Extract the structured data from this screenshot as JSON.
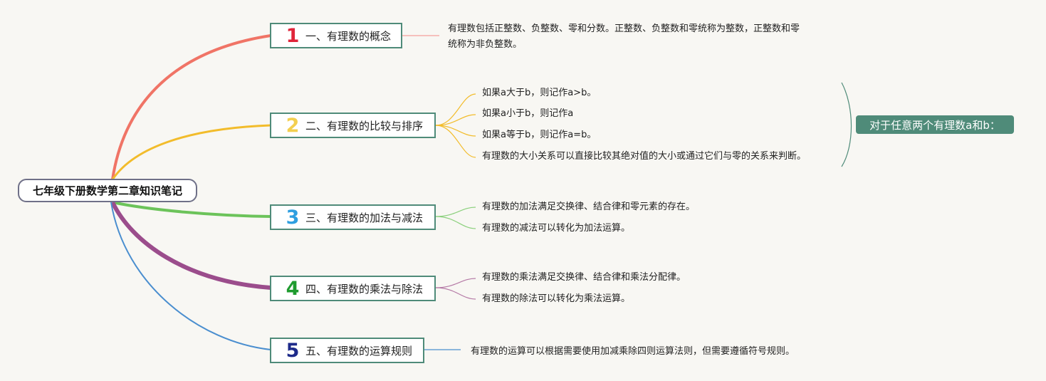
{
  "root": {
    "title": "七年级下册数学第二章知识笔记"
  },
  "topics": [
    {
      "number": "1",
      "label": "一、有理数的概念",
      "color": "#f07466",
      "number_color": "#e0253a"
    },
    {
      "number": "2",
      "label": "二、有理数的比较与排序",
      "color": "#f2bc2b",
      "number_color": "#f3cf4f"
    },
    {
      "number": "3",
      "label": "三、有理数的加法与减法",
      "color": "#6cc35a",
      "number_color": "#2f9fe0"
    },
    {
      "number": "4",
      "label": "四、有理数的乘法与除法",
      "color": "#9b4d8c",
      "number_color": "#1f9b2f"
    },
    {
      "number": "5",
      "label": "五、有理数的运算规则",
      "color": "#4a8ecf",
      "number_color": "#1d2a8a"
    }
  ],
  "details": {
    "t1": [
      "有理数包括正整数、负整数、零和分数。正整数、负整数和零统称为整数，正整数和零统称为非负整数。"
    ],
    "t2": [
      "如果a大于b，则记作a>b。",
      "如果a小于b，则记作a",
      "如果a等于b，则记作a=b。",
      "有理数的大小关系可以直接比较其绝对值的大小或通过它们与零的关系来判断。"
    ],
    "t3": [
      "有理数的加法满足交换律、结合律和零元素的存在。",
      "有理数的减法可以转化为加法运算。"
    ],
    "t4": [
      "有理数的乘法满足交换律、结合律和乘法分配律。",
      "有理数的除法可以转化为乘法运算。"
    ],
    "t5": [
      "有理数的运算可以根据需要使用加减乘除四则运算法则，但需要遵循符号规则。"
    ]
  },
  "summary": {
    "label": "对于任意两个有理数a和b：",
    "color": "#4f8b79"
  }
}
